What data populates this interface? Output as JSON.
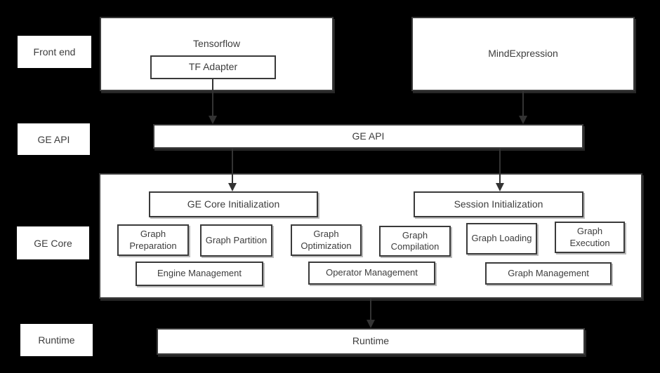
{
  "colors": {
    "background": "#000000",
    "box_fill": "#ffffff",
    "box_border": "#3a3a3a",
    "text": "#3d3d3d",
    "arrow": "#333333"
  },
  "row_labels": [
    {
      "label": "Front end"
    },
    {
      "label": "GE API"
    },
    {
      "label": "GE Core"
    },
    {
      "label": "Runtime"
    }
  ],
  "frontend": {
    "tensorflow": {
      "title": "Tensorflow",
      "adapter_label": "TF Adapter"
    },
    "mind_expression": {
      "title": "MindExpression"
    }
  },
  "ge_api_bar": {
    "label": "GE API"
  },
  "ge_core": {
    "init_boxes": [
      {
        "label": "GE Core Initialization"
      },
      {
        "label": "Session Initialization"
      }
    ],
    "stage_boxes": [
      {
        "label": "Graph Preparation"
      },
      {
        "label": "Graph Partition"
      },
      {
        "label": "Graph Optimization"
      },
      {
        "label": "Graph Compilation"
      },
      {
        "label": "Graph Loading"
      },
      {
        "label": "Graph Execution"
      }
    ],
    "management_boxes": [
      {
        "label": "Engine Management"
      },
      {
        "label": "Operator Management"
      },
      {
        "label": "Graph Management"
      }
    ]
  },
  "runtime_bar": {
    "label": "Runtime"
  },
  "connections": [
    {
      "from": "TF Adapter",
      "to": "GE API"
    },
    {
      "from": "MindExpression",
      "to": "GE API"
    },
    {
      "from": "GE API",
      "to": "GE Core Initialization"
    },
    {
      "from": "GE API",
      "to": "Session Initialization"
    },
    {
      "from": "GE Core",
      "to": "Runtime"
    }
  ]
}
